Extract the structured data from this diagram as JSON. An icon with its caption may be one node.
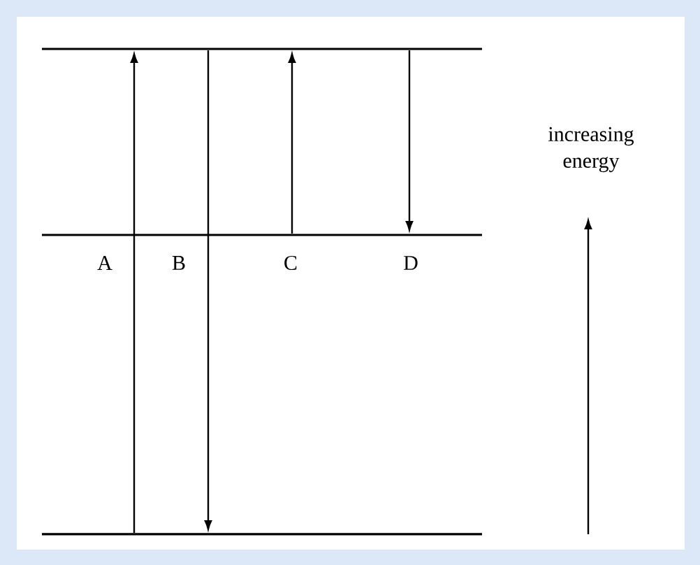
{
  "diagram": {
    "nodes": [
      {
        "text": [],
        "shape": "bar"
      },
      {
        "text": [],
        "shape": "bar"
      },
      {
        "text": [],
        "shape": "bar"
      }
    ],
    "edges": [
      {
        "from": 2,
        "to": 0,
        "arrow": "to",
        "label": "A"
      },
      {
        "from": 0,
        "to": 2,
        "arrow": "to",
        "label": "B"
      },
      {
        "from": 1,
        "to": 0,
        "arrow": "to",
        "label": "C"
      },
      {
        "from": 0,
        "to": 1,
        "arrow": "to",
        "label": "D"
      }
    ],
    "labels": [
      "increasing energy"
    ]
  }
}
